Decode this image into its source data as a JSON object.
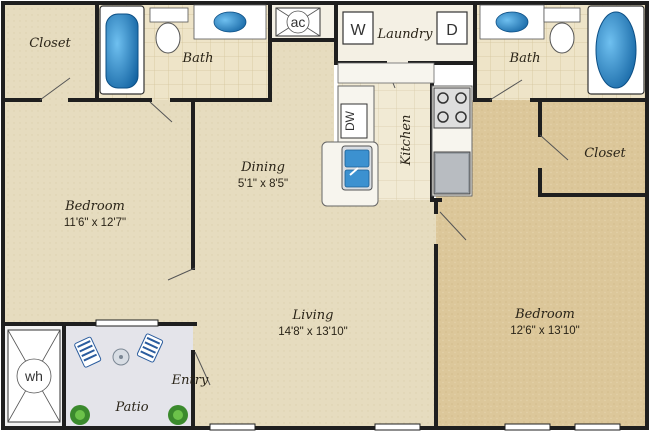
{
  "rooms": {
    "closet_left": "Closet",
    "bath_left": "Bath",
    "laundry": "Laundry",
    "bath_right": "Bath",
    "closet_right": "Closet",
    "dining": {
      "name": "Dining",
      "dims": "5'1\" x 8'5\""
    },
    "kitchen": "Kitchen",
    "bedroom_left": {
      "name": "Bedroom",
      "dims": "11'6\" x 12'7\""
    },
    "living": {
      "name": "Living",
      "dims": "14'8\" x 13'10\""
    },
    "bedroom_right": {
      "name": "Bedroom",
      "dims": "12'6\" x 13'10\""
    },
    "entry": "Entry",
    "patio": "Patio"
  },
  "fixtures": {
    "ac": "ac",
    "washer": "W",
    "dryer": "D",
    "dishwasher": "DW",
    "water_heater": "wh"
  },
  "colors": {
    "floor_beige": "#e9dfc3",
    "carpet_tan": "#dcc79a",
    "tile": "#ece2c5",
    "wall": "#1f1f1f",
    "fixture_blue": "#1d7fc4"
  }
}
